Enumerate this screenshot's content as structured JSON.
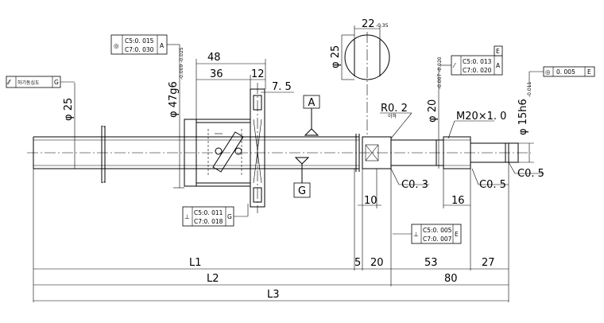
{
  "dimensions": {
    "d48": "48",
    "d36": "36",
    "d12": "12",
    "d75": "7. 5",
    "d25_left": "φ 25",
    "d47": "φ 47g6",
    "d47_tol": "-0.009 -0.025",
    "d22": "22",
    "d22_tol": "-0.35",
    "d25_top": "φ 25",
    "d20": "φ 20",
    "d20_tol": "-0.007 -0.020",
    "m20": "M20×1. 0",
    "d15": "φ 15h6",
    "d15_tol": "-0.011",
    "r02": "R0. 2",
    "r02_sub": "이하",
    "c03": "C0. 3",
    "c05a": "C0. 5",
    "c05b": "C0. 5",
    "d10": "10",
    "d16": "16",
    "d5": "5",
    "d20b": "20",
    "d53": "53",
    "d27": "27",
    "d80": "80",
    "L1": "L1",
    "L2": "L2",
    "L3": "L3"
  },
  "datums": {
    "A": "A",
    "G": "G"
  },
  "frames": {
    "topleft": {
      "sym": "◎",
      "l1": "C5:0. 015",
      "l2": "C7:0. 030",
      "ref": "A"
    },
    "leftmost": {
      "sym": "⁄⁄",
      "text": "하기동심도",
      "ref": "G"
    },
    "nutflange": {
      "sym": "⊥",
      "l1": "C5:0. 011",
      "l2": "C7:0. 018",
      "ref": "G"
    },
    "shoulder": {
      "sym": "⊥",
      "l1": "C5:0. 005",
      "l2": "C7:0. 007",
      "ref": "E"
    },
    "runout": {
      "sym": "⁄",
      "l1": "C5:0. 013",
      "l2": "C7:0. 020",
      "ref": "A",
      "ref_top": "E"
    },
    "concentric": {
      "sym": "◎",
      "val": "0. 005",
      "ref": "E"
    }
  }
}
